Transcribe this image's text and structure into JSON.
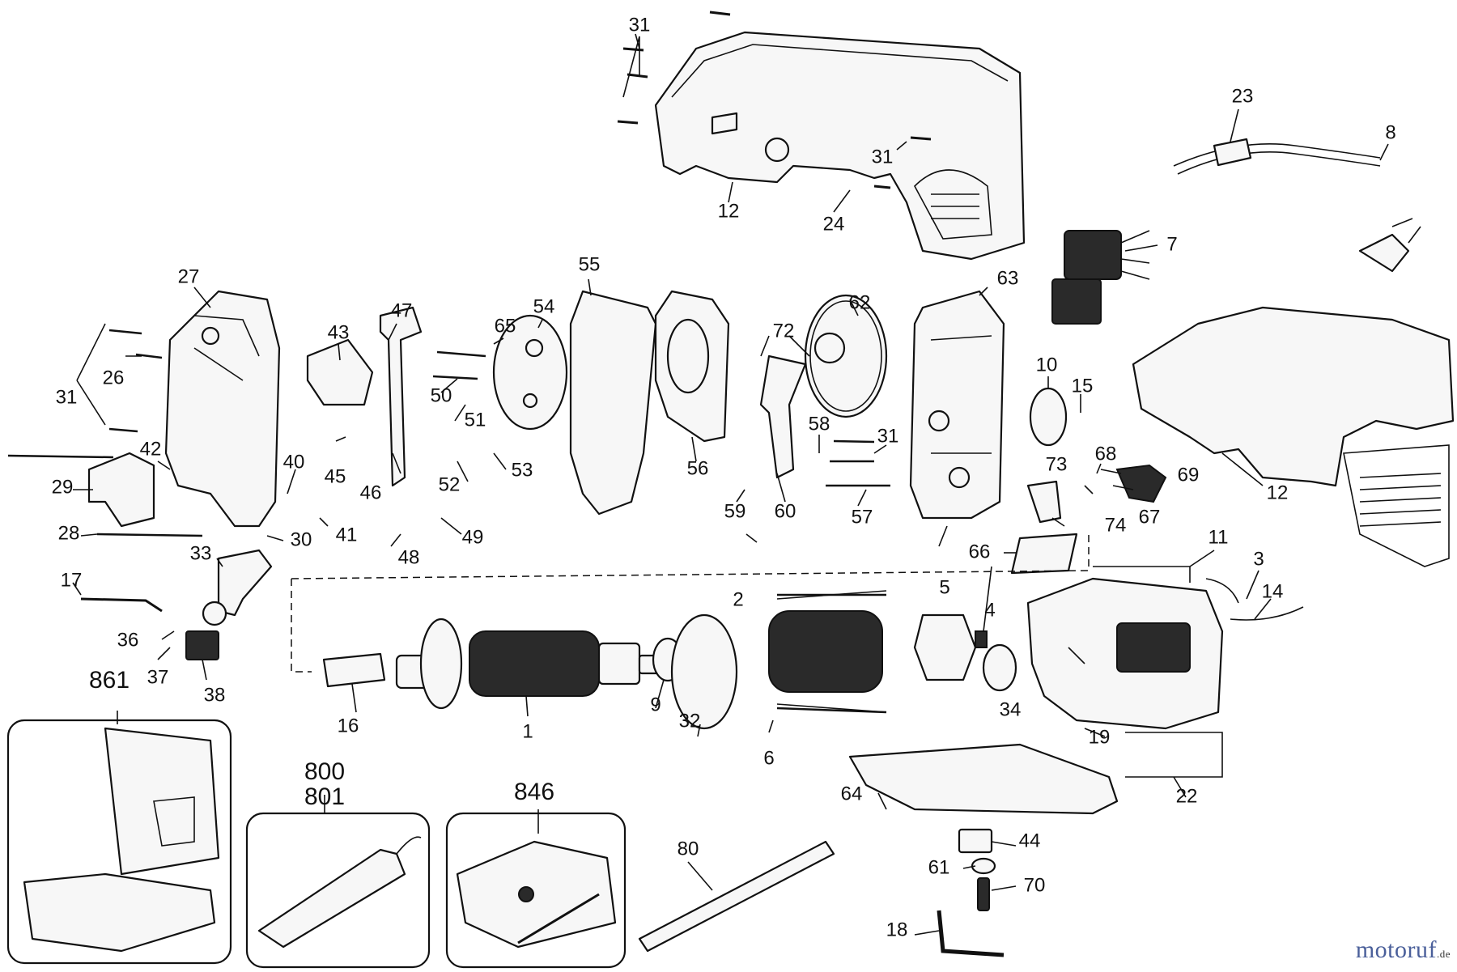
{
  "parts": [
    {
      "id": "p1",
      "label": "1"
    },
    {
      "id": "p2",
      "label": "2"
    },
    {
      "id": "p3",
      "label": "3"
    },
    {
      "id": "p4",
      "label": "4"
    },
    {
      "id": "p5",
      "label": "5"
    },
    {
      "id": "p6",
      "label": "6"
    },
    {
      "id": "p7",
      "label": "7"
    },
    {
      "id": "p8",
      "label": "8"
    },
    {
      "id": "p9",
      "label": "9"
    },
    {
      "id": "p10",
      "label": "10"
    },
    {
      "id": "p11",
      "label": "11"
    },
    {
      "id": "p12a",
      "label": "12"
    },
    {
      "id": "p12b",
      "label": "12"
    },
    {
      "id": "p14",
      "label": "14"
    },
    {
      "id": "p15",
      "label": "15"
    },
    {
      "id": "p16",
      "label": "16"
    },
    {
      "id": "p17",
      "label": "17"
    },
    {
      "id": "p18",
      "label": "18"
    },
    {
      "id": "p19",
      "label": "19"
    },
    {
      "id": "p22",
      "label": "22"
    },
    {
      "id": "p23",
      "label": "23"
    },
    {
      "id": "p24",
      "label": "24"
    },
    {
      "id": "p26",
      "label": "26"
    },
    {
      "id": "p27",
      "label": "27"
    },
    {
      "id": "p28",
      "label": "28"
    },
    {
      "id": "p29",
      "label": "29"
    },
    {
      "id": "p30",
      "label": "30"
    },
    {
      "id": "p31a",
      "label": "31"
    },
    {
      "id": "p31b",
      "label": "31"
    },
    {
      "id": "p31c",
      "label": "31"
    },
    {
      "id": "p31d",
      "label": "31"
    },
    {
      "id": "p32",
      "label": "32"
    },
    {
      "id": "p33",
      "label": "33"
    },
    {
      "id": "p34",
      "label": "34"
    },
    {
      "id": "p36",
      "label": "36"
    },
    {
      "id": "p37",
      "label": "37"
    },
    {
      "id": "p38",
      "label": "38"
    },
    {
      "id": "p40",
      "label": "40"
    },
    {
      "id": "p41",
      "label": "41"
    },
    {
      "id": "p42",
      "label": "42"
    },
    {
      "id": "p43",
      "label": "43"
    },
    {
      "id": "p44",
      "label": "44"
    },
    {
      "id": "p45",
      "label": "45"
    },
    {
      "id": "p46",
      "label": "46"
    },
    {
      "id": "p47",
      "label": "47"
    },
    {
      "id": "p48",
      "label": "48"
    },
    {
      "id": "p49",
      "label": "49"
    },
    {
      "id": "p50",
      "label": "50"
    },
    {
      "id": "p51",
      "label": "51"
    },
    {
      "id": "p52",
      "label": "52"
    },
    {
      "id": "p53",
      "label": "53"
    },
    {
      "id": "p54",
      "label": "54"
    },
    {
      "id": "p55",
      "label": "55"
    },
    {
      "id": "p56",
      "label": "56"
    },
    {
      "id": "p57",
      "label": "57"
    },
    {
      "id": "p58",
      "label": "58"
    },
    {
      "id": "p59",
      "label": "59"
    },
    {
      "id": "p60",
      "label": "60"
    },
    {
      "id": "p61",
      "label": "61"
    },
    {
      "id": "p62",
      "label": "62"
    },
    {
      "id": "p63",
      "label": "63"
    },
    {
      "id": "p64",
      "label": "64"
    },
    {
      "id": "p65",
      "label": "65"
    },
    {
      "id": "p66",
      "label": "66"
    },
    {
      "id": "p67",
      "label": "67"
    },
    {
      "id": "p68",
      "label": "68"
    },
    {
      "id": "p69",
      "label": "69"
    },
    {
      "id": "p70",
      "label": "70"
    },
    {
      "id": "p72",
      "label": "72"
    },
    {
      "id": "p73",
      "label": "73"
    },
    {
      "id": "p74",
      "label": "74"
    },
    {
      "id": "p80",
      "label": "80"
    },
    {
      "id": "p800",
      "label": "800"
    },
    {
      "id": "p801",
      "label": "801"
    },
    {
      "id": "p846",
      "label": "846"
    },
    {
      "id": "p861",
      "label": "861"
    }
  ],
  "watermark": {
    "brand": "motoruf",
    "suffix": ".de",
    "color": "#4a5f9a"
  }
}
